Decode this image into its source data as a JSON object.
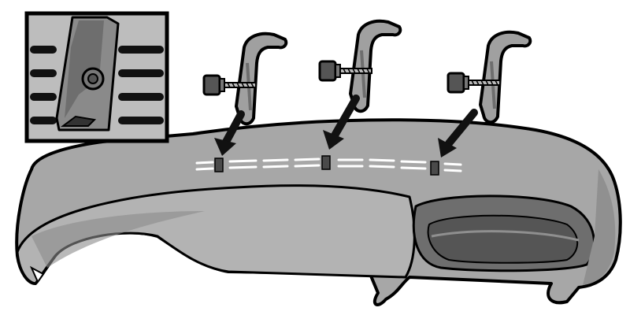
{
  "figure": {
    "kind": "installation-illustration",
    "subject": "dashboard-pad",
    "background": "#ffffff",
    "colors": {
      "outline": "#000000",
      "pad_fill": "#a7a7a7",
      "pad_underside": "#8a8a8a",
      "pad_shadow": "#6e6e6e",
      "inset_bg": "#bdbdbd",
      "bracket_fill": "#a0a0a0",
      "bolt_fill": "#555555",
      "slot_dark": "#4a4a4a",
      "vent_stripe": "#ffffff",
      "arrow": "#111111"
    },
    "icons": {
      "inset": "magnified-bracket-detail",
      "bracket": "mounting-bracket-icon",
      "bolt": "bolt-icon",
      "arrow": "down-arrow-icon"
    },
    "bracket_count": 3,
    "arrow_count": 3,
    "labels": []
  }
}
